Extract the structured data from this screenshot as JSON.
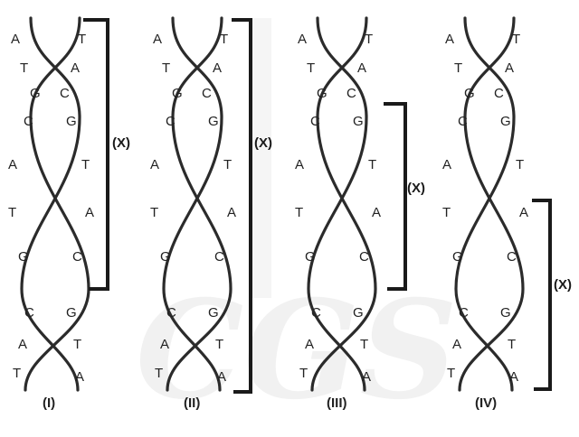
{
  "watermark": {
    "text": "CGS",
    "color": "#e6e6e6"
  },
  "ink_color": "#2b2b2b",
  "bracket_label": "(X)",
  "base_pairs": [
    {
      "left": "A",
      "right": "T"
    },
    {
      "left": "T",
      "right": "A"
    },
    {
      "left": "G",
      "right": "C"
    },
    {
      "left": "C",
      "right": "G"
    },
    {
      "left": "A",
      "right": "T"
    },
    {
      "left": "T",
      "right": "A"
    },
    {
      "left": "G",
      "right": "C"
    },
    {
      "left": "C",
      "right": "G"
    },
    {
      "left": "A",
      "right": "T"
    },
    {
      "left": "T",
      "right": "A"
    }
  ],
  "diagrams": [
    {
      "numeral": "(I)",
      "bracket_span": "A-T pair 1 to G-C pair 7"
    },
    {
      "numeral": "(II)",
      "bracket_span": "A-T pair 1 to T-A pair 10"
    },
    {
      "numeral": "(III)",
      "bracket_span": "C-G pair 4 to G-C pair 7"
    },
    {
      "numeral": "(IV)",
      "bracket_span": "T-A pair 6 to T-A pair 10"
    }
  ]
}
